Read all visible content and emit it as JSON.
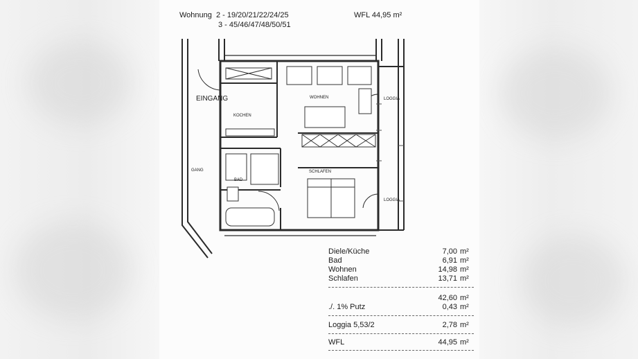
{
  "header": {
    "line1": "Wohnung  2 - 19/20/21/22/24/25",
    "line2": "3 - 45/46/47/48/50/51",
    "wfl": "WFL 44,95 m²"
  },
  "plan": {
    "rooms": {
      "eingang": "EINGANG",
      "gang": "GANG",
      "kochen": "KOCHEN",
      "wohnen": "WOHNEN",
      "loggia_top": "LOGGIA",
      "loggia_bottom": "LOGGIA",
      "schlafen": "SCHLAFEN",
      "bad": "BAD"
    }
  },
  "areas": {
    "rows": [
      {
        "name": "Diele/Küche",
        "value": "7,00",
        "unit": "m²"
      },
      {
        "name": "Bad",
        "value": "6,91",
        "unit": "m²"
      },
      {
        "name": "Wohnen",
        "value": "14,98",
        "unit": "m²"
      },
      {
        "name": "Schlafen",
        "value": "13,71",
        "unit": "m²"
      }
    ],
    "subtotal": {
      "value": "42,60",
      "unit": "m²"
    },
    "putz": {
      "name": "./. 1% Putz",
      "value": "0,43",
      "unit": "m²"
    },
    "loggia": {
      "name": "Loggia 5,53/2",
      "value": "2,78",
      "unit": "m²"
    },
    "total": {
      "name": "WFL",
      "value": "44,95",
      "unit": "m²"
    }
  }
}
